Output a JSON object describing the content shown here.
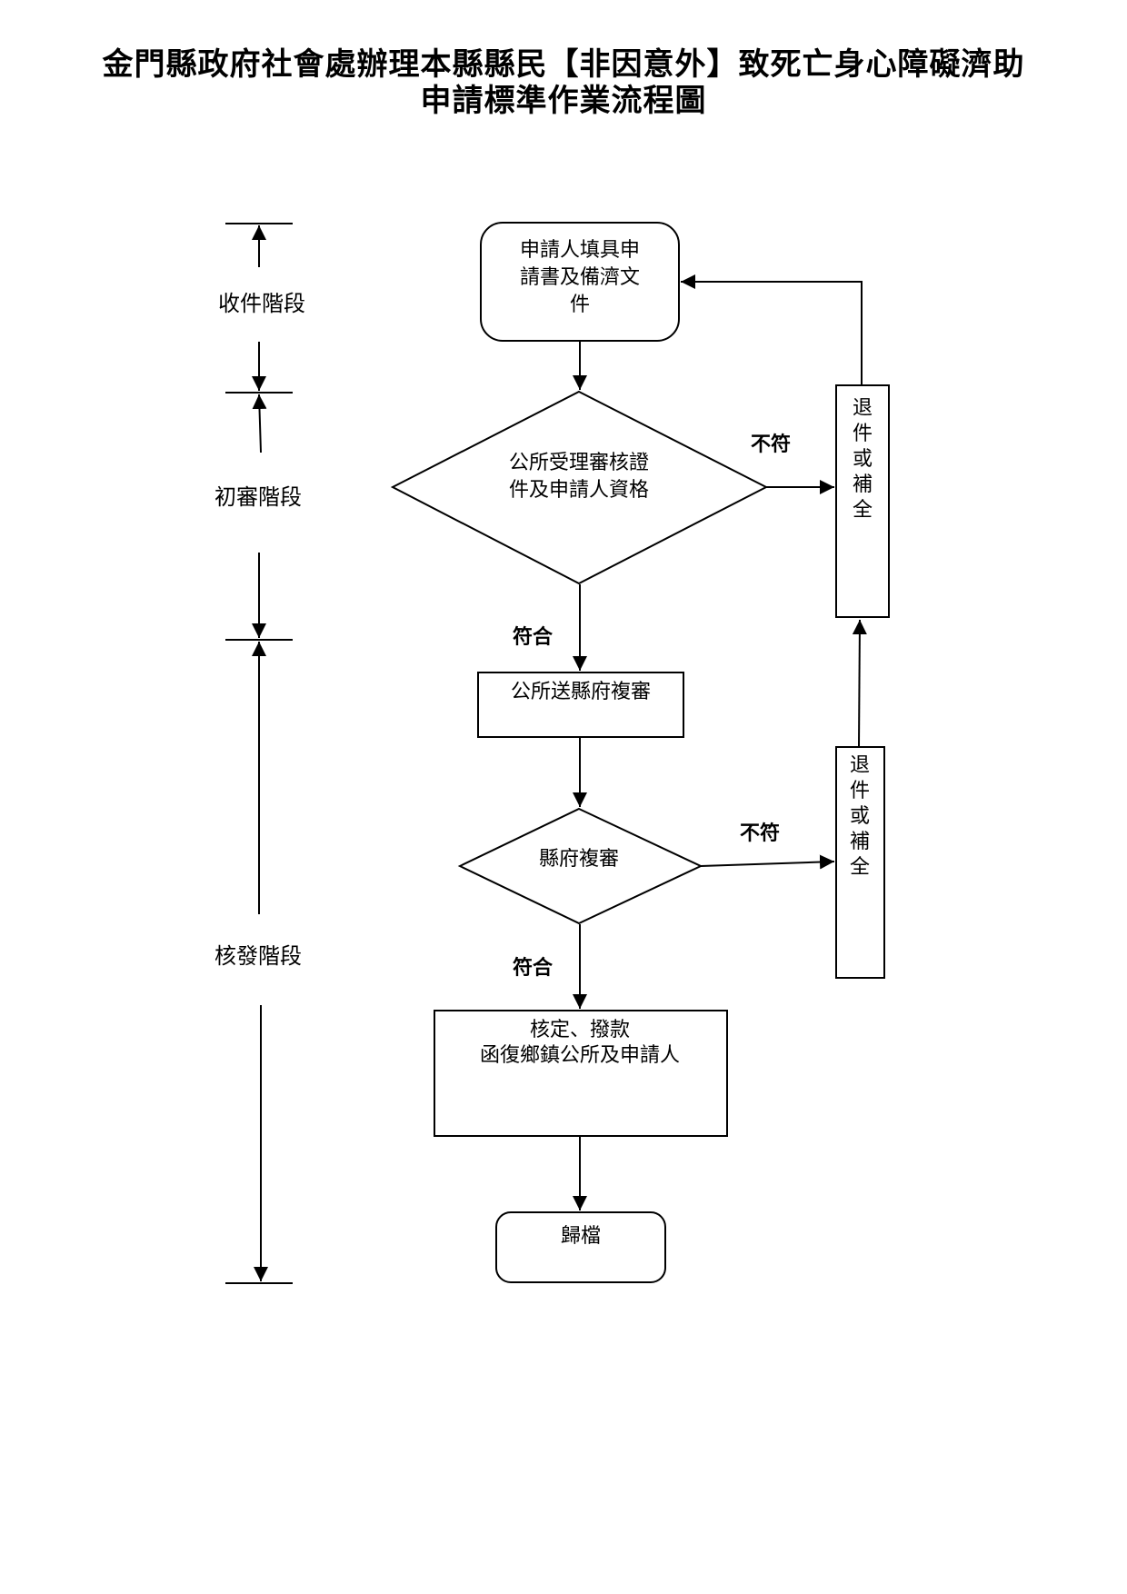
{
  "title": {
    "line1": "金門縣政府社會處辦理本縣縣民【非因意外】致死亡身心障礙濟助",
    "line2": "申請標準作業流程圖"
  },
  "stages": {
    "receive": "收件階段",
    "initial_review": "初審階段",
    "approval": "核發階段"
  },
  "nodes": {
    "apply": [
      "申請人填具申",
      "請書及備濟文",
      "件"
    ],
    "office_review": [
      "公所受理審核證",
      "件及申請人資格"
    ],
    "send_to_county": "公所送縣府複審",
    "county_review": "縣府複審",
    "approve": [
      "核定、撥款",
      "函復鄉鎮公所及申請人"
    ],
    "archive": "歸檔",
    "return1": [
      "退",
      "件",
      "或",
      "補",
      "全"
    ],
    "return2": [
      "退",
      "件",
      "或",
      "補",
      "全"
    ]
  },
  "labels": {
    "fail1": "不符",
    "fail2": "不符",
    "pass1": "符合",
    "pass2": "符合"
  }
}
